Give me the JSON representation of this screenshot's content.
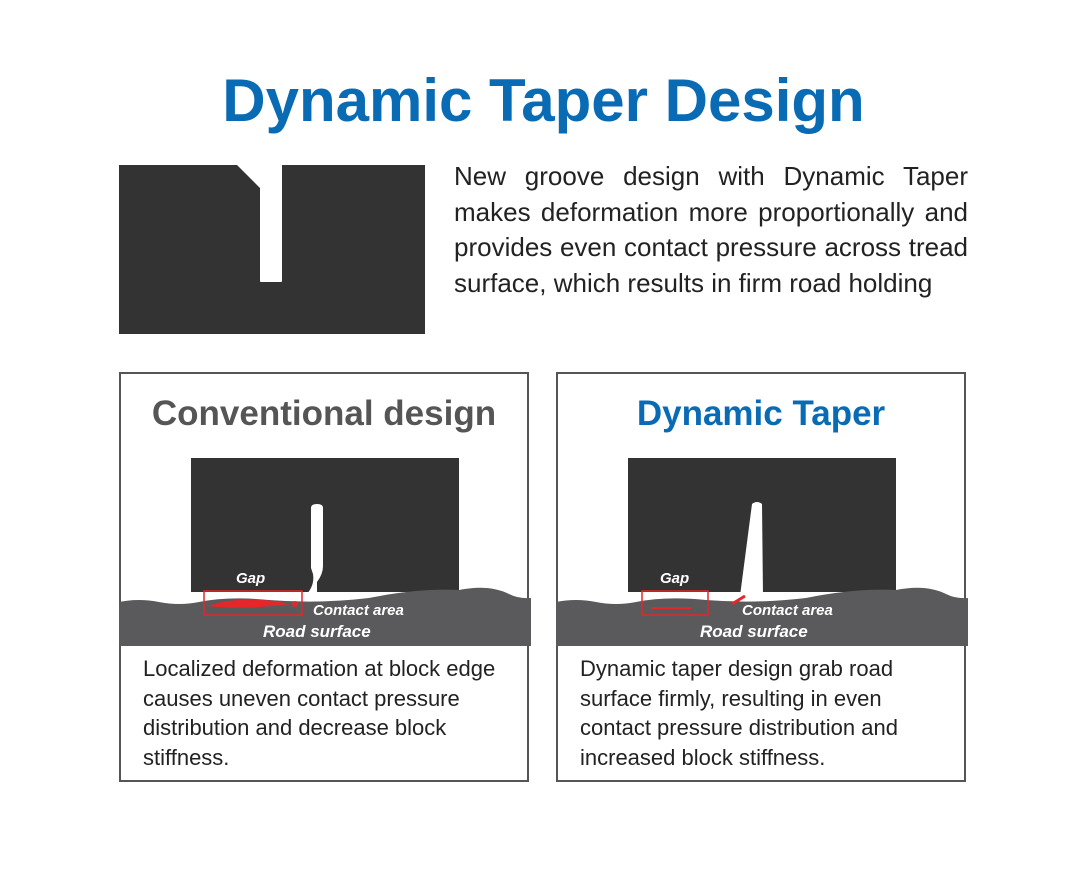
{
  "title": "Dynamic Taper Design",
  "intro_text": "New groove design with Dynamic Taper makes deformation more proportionally and provides even contact pressure across tread surface, which results in firm road holding",
  "panels": [
    {
      "heading": "Conventional design",
      "gap_label": "Gap",
      "contact_label": "Contact area",
      "road_label": "Road surface",
      "description": "Localized deformation at block edge causes uneven contact pressure distribution and decrease block stiffness."
    },
    {
      "heading": "Dynamic Taper",
      "gap_label": "Gap",
      "contact_label": "Contact area",
      "road_label": "Road surface",
      "description": "Dynamic taper design grab road surface firmly, resulting in even contact pressure distribution and increased block stiffness."
    }
  ],
  "colors": {
    "title_blue": "#0a6bb5",
    "heading_gray": "#555555",
    "block_dark": "#333333",
    "road_gray": "#5a5a5c",
    "highlight_red": "#e5262b"
  }
}
